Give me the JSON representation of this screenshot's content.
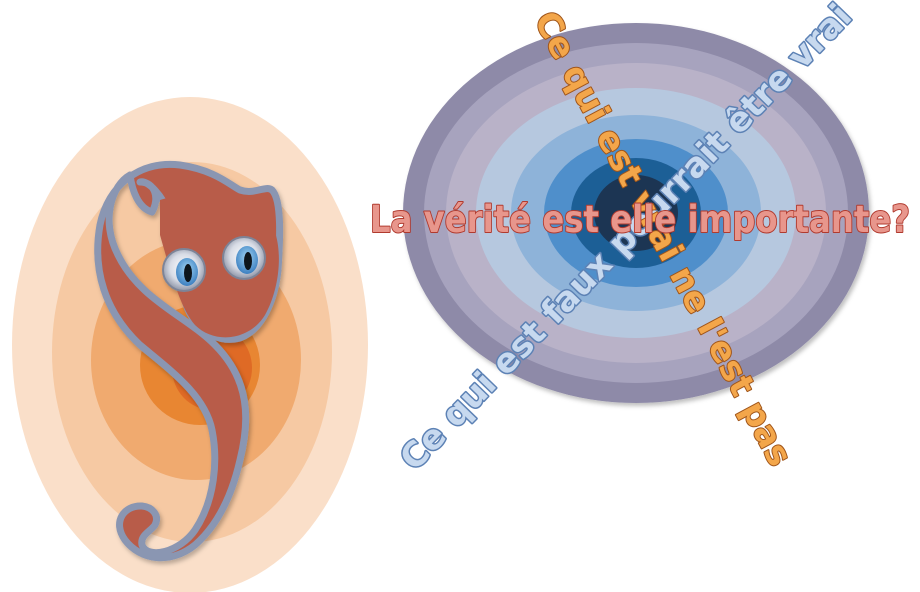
{
  "texts": {
    "main_question": "La vérité est elle importante?",
    "true_statement": "Ce qui est vrai ne l'est pas",
    "false_statement": "Ce qui est faux pourrait être vrai"
  },
  "colors": {
    "question_fill": "#e8968c",
    "question_stroke": "#b03a2e",
    "true_fill": "#f3a64a",
    "true_stroke": "#a0551a",
    "false_fill": "#c7d9ef",
    "false_stroke": "#5d82b5",
    "target_rings": [
      "#8e8aa8",
      "#a7a3be",
      "#b6c8df",
      "#8eb3d9",
      "#4f8fcb",
      "#1f5f96",
      "#1c3553"
    ],
    "egg_rings": [
      "#f9dcc6",
      "#f5c39c",
      "#efa66a",
      "#e88330",
      "#e36c1f"
    ],
    "creature_fill": "#b85c49",
    "creature_stroke": "#8a96b2"
  },
  "icons": {
    "creature": "snake-creature-icon",
    "target": "concentric-target-icon"
  }
}
